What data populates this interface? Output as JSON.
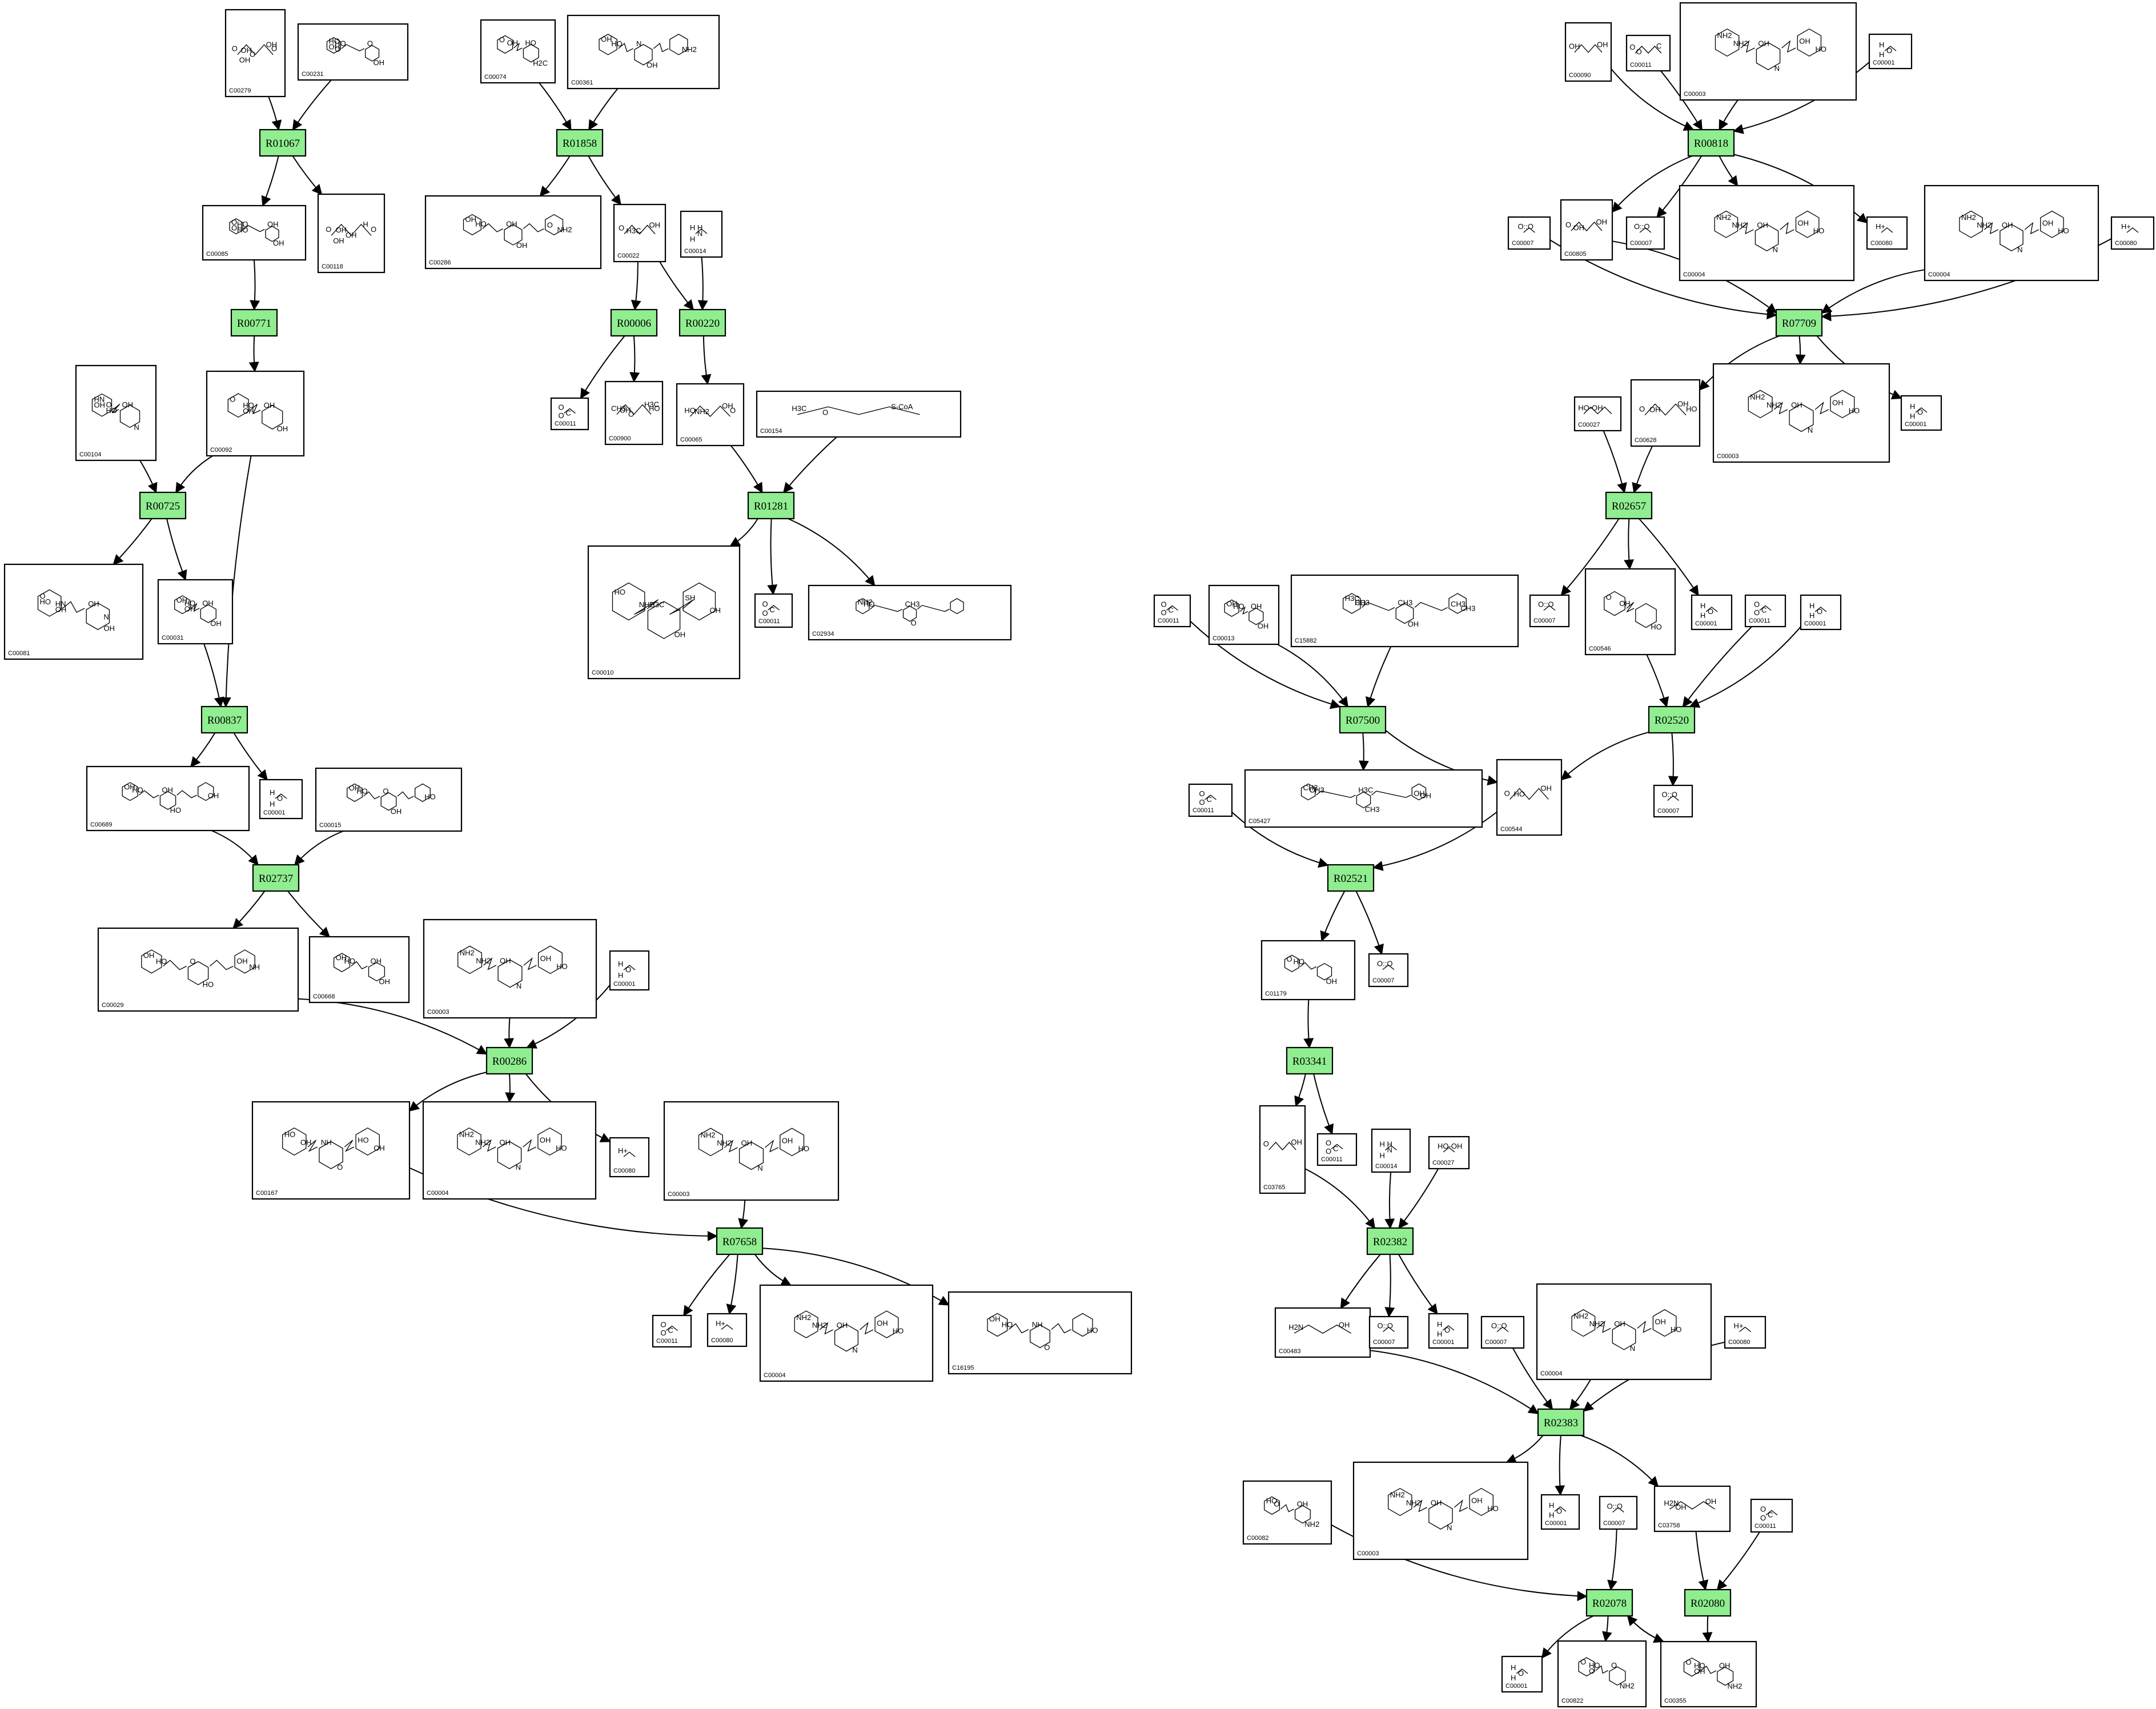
{
  "reactions": [
    "R01067",
    "R01858",
    "R00771",
    "R00006",
    "R00220",
    "R00725",
    "R01281",
    "R00837",
    "R02737",
    "R00286",
    "R07658",
    "R00818",
    "R07709",
    "R02657",
    "R07500",
    "R02520",
    "R02521",
    "R03341",
    "R02382",
    "R02383",
    "R02078",
    "R02080"
  ],
  "compounds": {
    "n1": {
      "id": "C00279",
      "atoms": [
        "O",
        "OH",
        "OH",
        "O",
        "O",
        "OH"
      ]
    },
    "n2": {
      "id": "C00231",
      "atoms": [
        "HO",
        "HO",
        "OH",
        "O",
        "O",
        "OH"
      ]
    },
    "n3": {
      "id": "C00085",
      "atoms": [
        "HO",
        "O",
        "OH",
        "OH",
        "HO",
        "OH"
      ]
    },
    "n4": {
      "id": "C00118",
      "atoms": [
        "O",
        "H",
        "OH",
        "O",
        "OH",
        "OH"
      ]
    },
    "n5": {
      "id": "C00092",
      "atoms": [
        "HO",
        "O",
        "OH",
        "OH",
        "OH"
      ]
    },
    "n6": {
      "id": "C00104",
      "atoms": [
        "O",
        "HN",
        "N",
        "OH",
        "HO",
        "OH"
      ]
    },
    "n7": {
      "id": "C00081",
      "atoms": [
        "HN",
        "O",
        "OH",
        "OH",
        "OH",
        "HO",
        "N"
      ]
    },
    "n8": {
      "id": "C00031",
      "atoms": [
        "HO",
        "OH",
        "OH",
        "OH",
        "OH"
      ]
    },
    "n9": {
      "id": "C00689",
      "atoms": [
        "HO",
        "OH",
        "HO",
        "OH",
        "OH"
      ]
    },
    "n10": {
      "id": "C00001",
      "atoms": [
        "H",
        "O",
        "H"
      ]
    },
    "n11": {
      "id": "C00015",
      "atoms": [
        "HO",
        "OH",
        "OH",
        "O",
        "HO"
      ]
    },
    "n12": {
      "id": "C00029",
      "atoms": [
        "HO",
        "OH",
        "HO",
        "O",
        "NH",
        "OH"
      ]
    },
    "n13": {
      "id": "C00668",
      "atoms": [
        "HO",
        "OH",
        "OH",
        "OH"
      ]
    },
    "n14": {
      "id": "C00003",
      "atoms": [
        "NH2",
        "NH2",
        "N",
        "OH",
        "HO",
        "OH"
      ]
    },
    "n15": {
      "id": "C00001",
      "atoms": [
        "H",
        "O",
        "H"
      ]
    },
    "n16": {
      "id": "C00167",
      "atoms": [
        "OH",
        "HO",
        "O",
        "NH",
        "OH",
        "HO"
      ]
    },
    "n17": {
      "id": "C00004",
      "atoms": [
        "NH2",
        "NH2",
        "N",
        "OH",
        "HO",
        "OH"
      ]
    },
    "n18": {
      "id": "C00080",
      "atoms": [
        "H+"
      ]
    },
    "n19": {
      "id": "C00074",
      "atoms": [
        "OH",
        "O",
        "H2C",
        "HO"
      ]
    },
    "n20": {
      "id": "C00361",
      "atoms": [
        "HO",
        "OH",
        "OH",
        "N",
        "NH2"
      ]
    },
    "n21": {
      "id": "C00286",
      "atoms": [
        "HO",
        "OH",
        "OH",
        "OH",
        "NH2",
        "O"
      ]
    },
    "n22": {
      "id": "C00022",
      "atoms": [
        "O",
        "OH",
        "H3C"
      ]
    },
    "n23": {
      "id": "C00014",
      "atoms": [
        "H",
        "N",
        "H",
        "H"
      ]
    },
    "n24": {
      "id": "C00011",
      "atoms": [
        "O",
        "C",
        "O"
      ]
    },
    "n25": {
      "id": "C00900",
      "atoms": [
        "CH3",
        "H3C",
        "OH",
        "HO",
        "O"
      ]
    },
    "n26": {
      "id": "C00065",
      "atoms": [
        "HO",
        "OH",
        "NH2",
        "O"
      ]
    },
    "n27": {
      "id": "C00154",
      "atoms": [
        "H3C",
        "S-CoA",
        "O"
      ]
    },
    "n28": {
      "id": "C00010",
      "atoms": [
        "NH2",
        "HO",
        "OH",
        "H3C",
        "OH",
        "SH"
      ]
    },
    "n29": {
      "id": "C00011",
      "atoms": [
        "O",
        "C",
        "O"
      ]
    },
    "n30": {
      "id": "C02934",
      "atoms": [
        "HO",
        "NH2",
        "O",
        "CH3"
      ]
    },
    "n31": {
      "id": "C00003",
      "atoms": [
        "NH2",
        "NH2",
        "N",
        "OH",
        "HO",
        "OH"
      ]
    },
    "n32": {
      "id": "C00011",
      "atoms": [
        "O",
        "C",
        "O"
      ]
    },
    "n33": {
      "id": "C00080",
      "atoms": [
        "H+"
      ]
    },
    "n34": {
      "id": "C00004",
      "atoms": [
        "NH2",
        "NH2",
        "N",
        "OH",
        "HO",
        "OH"
      ]
    },
    "n35": {
      "id": "C16195",
      "atoms": [
        "HO",
        "OH",
        "O",
        "NH",
        "HO"
      ]
    },
    "n36": {
      "id": "C00090",
      "atoms": [
        "OH",
        "OH"
      ]
    },
    "n37": {
      "id": "C00011",
      "atoms": [
        "O",
        "C",
        "O"
      ]
    },
    "n38": {
      "id": "C00003",
      "atoms": [
        "NH2",
        "NH2",
        "N",
        "OH",
        "HO",
        "OH"
      ]
    },
    "n39": {
      "id": "C00001",
      "atoms": [
        "H",
        "O",
        "H"
      ]
    },
    "n40": {
      "id": "C00007",
      "atoms": [
        "O::O"
      ]
    },
    "n41": {
      "id": "C00805",
      "atoms": [
        "O",
        "OH",
        "OH"
      ]
    },
    "n42": {
      "id": "C00007",
      "atoms": [
        "O::O"
      ]
    },
    "n43": {
      "id": "C00004",
      "atoms": [
        "NH2",
        "NH2",
        "N",
        "OH",
        "HO",
        "OH"
      ]
    },
    "n44": {
      "id": "C00080",
      "atoms": [
        "H+"
      ]
    },
    "n45": {
      "id": "C00004",
      "atoms": [
        "NH2",
        "NH2",
        "N",
        "OH",
        "HO",
        "OH"
      ]
    },
    "n46": {
      "id": "C00080",
      "atoms": [
        "H+"
      ]
    },
    "n47": {
      "id": "C00027",
      "atoms": [
        "HO-OH"
      ]
    },
    "n48": {
      "id": "C00628",
      "atoms": [
        "O",
        "OH",
        "OH",
        "HO"
      ]
    },
    "n49": {
      "id": "C00003",
      "atoms": [
        "NH2",
        "NH2",
        "N",
        "OH",
        "HO",
        "OH"
      ]
    },
    "n50": {
      "id": "C00001",
      "atoms": [
        "H",
        "O",
        "H"
      ]
    },
    "n51": {
      "id": "C00011",
      "atoms": [
        "O",
        "C",
        "O"
      ]
    },
    "n52": {
      "id": "C00013",
      "atoms": [
        "HO",
        "OH",
        "OH",
        "OH"
      ]
    },
    "n53": {
      "id": "C15882",
      "atoms": [
        "HO",
        "H3C",
        "OH",
        "CH3",
        "CH3",
        "CH3",
        "CH3"
      ]
    },
    "n54": {
      "id": "C00007",
      "atoms": [
        "O::O"
      ]
    },
    "n55": {
      "id": "C00546",
      "atoms": [
        "OH",
        "O",
        "HO"
      ]
    },
    "n56": {
      "id": "C00001",
      "atoms": [
        "H",
        "O",
        "H"
      ]
    },
    "n57": {
      "id": "C00011",
      "atoms": [
        "O",
        "C",
        "O"
      ]
    },
    "n58": {
      "id": "C00001",
      "atoms": [
        "H",
        "O",
        "H"
      ]
    },
    "n59": {
      "id": "C05427",
      "atoms": [
        "CH3",
        "CH3",
        "CH3",
        "H3C",
        "OH",
        "OH",
        "O"
      ]
    },
    "n60": {
      "id": "C00544",
      "atoms": [
        "O",
        "OH",
        "HO"
      ]
    },
    "n61": {
      "id": "C00007",
      "atoms": [
        "O::O"
      ]
    },
    "n62": {
      "id": "C00011",
      "atoms": [
        "O",
        "C",
        "O"
      ]
    },
    "n63": {
      "id": "C01179",
      "atoms": [
        "HO",
        "O",
        "OH"
      ]
    },
    "n64": {
      "id": "C00007",
      "atoms": [
        "O::O"
      ]
    },
    "n65": {
      "id": "C03765",
      "atoms": [
        "O",
        "OH"
      ]
    },
    "n66": {
      "id": "C00011",
      "atoms": [
        "O",
        "C",
        "O"
      ]
    },
    "n67": {
      "id": "C00014",
      "atoms": [
        "H",
        "N",
        "H",
        "H"
      ]
    },
    "n68": {
      "id": "C00027",
      "atoms": [
        "HO-OH"
      ]
    },
    "n69": {
      "id": "C00483",
      "atoms": [
        "H2N",
        "OH"
      ]
    },
    "n70": {
      "id": "C00007",
      "atoms": [
        "O::O"
      ]
    },
    "n71": {
      "id": "C00001",
      "atoms": [
        "H",
        "O",
        "H"
      ]
    },
    "n72": {
      "id": "C00007",
      "atoms": [
        "O::O"
      ]
    },
    "n73": {
      "id": "C00004",
      "atoms": [
        "NH2",
        "NH2",
        "N",
        "OH",
        "HO",
        "OH"
      ]
    },
    "n74": {
      "id": "C00080",
      "atoms": [
        "H+"
      ]
    },
    "n75": {
      "id": "C00082",
      "atoms": [
        "O",
        "HO",
        "NH2",
        "OH"
      ]
    },
    "n76": {
      "id": "C00003",
      "atoms": [
        "NH2",
        "NH2",
        "N",
        "OH",
        "HO",
        "OH"
      ]
    },
    "n77": {
      "id": "C00001",
      "atoms": [
        "H",
        "O",
        "H"
      ]
    },
    "n78": {
      "id": "C03758",
      "atoms": [
        "H2N",
        "OH",
        "OH"
      ]
    },
    "n79": {
      "id": "C00007",
      "atoms": [
        "O::O"
      ]
    },
    "n80": {
      "id": "C00011",
      "atoms": [
        "O",
        "C",
        "O"
      ]
    },
    "n81": {
      "id": "C00001",
      "atoms": [
        "H",
        "O",
        "H"
      ]
    },
    "n82": {
      "id": "C00822",
      "atoms": [
        "HO",
        "O",
        "NH2",
        "O",
        "O"
      ]
    },
    "n83": {
      "id": "C00355",
      "atoms": [
        "HO",
        "O",
        "NH2",
        "OH",
        "OH"
      ]
    }
  }
}
